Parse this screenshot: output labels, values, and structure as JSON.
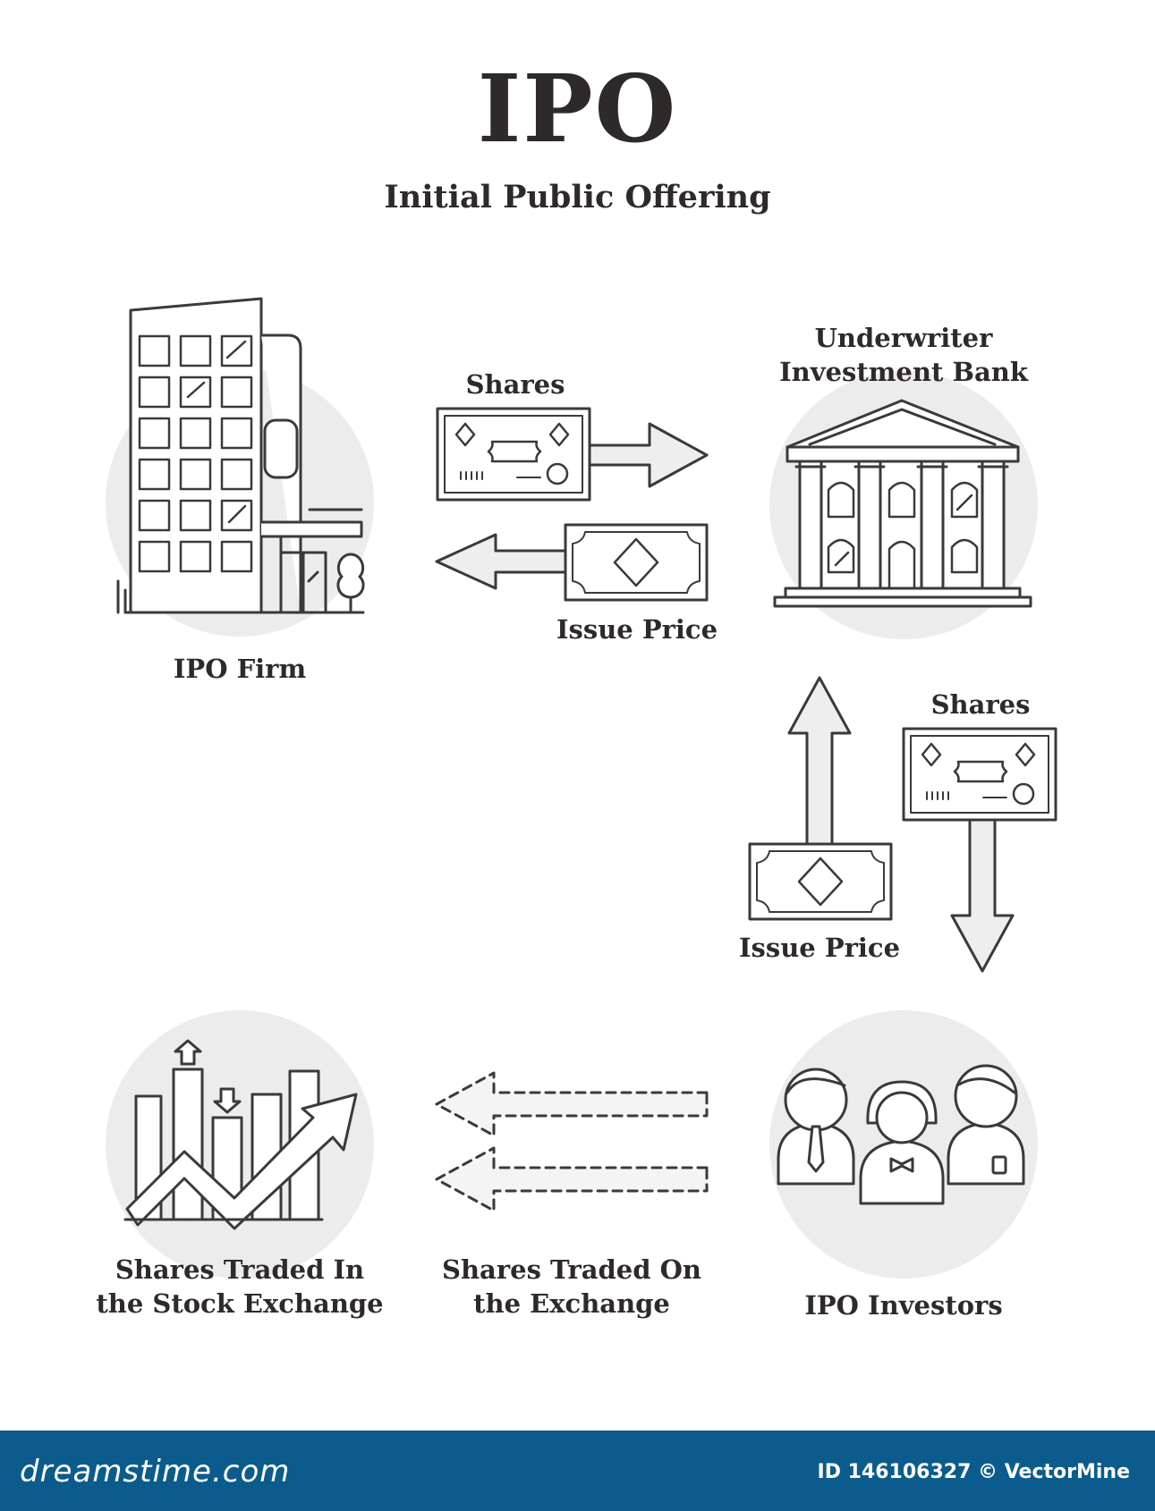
{
  "header": {
    "title": "IPO",
    "subtitle": "Initial Public Offering"
  },
  "nodes": {
    "ipo_firm": "IPO Firm",
    "underwriter_line1": "Underwriter",
    "underwriter_line2": "Investment Bank",
    "stock_exchange_line1": "Shares Traded In",
    "stock_exchange_line2": "the Stock Exchange",
    "ipo_investors": "IPO Investors"
  },
  "flows": {
    "firm_to_bank": "Shares",
    "bank_to_firm": "Issue Price",
    "bank_to_investors": "Shares",
    "investors_to_bank": "Issue Price",
    "investors_to_exchange_line1": "Shares Traded On",
    "investors_to_exchange_line2": "the Exchange"
  },
  "footer": {
    "logo": "dreamstime.com",
    "credit": "ID 146106327 © VectorMine"
  },
  "colors": {
    "stroke": "#3a3a3a",
    "circle_fill": "#ececec",
    "arrow_fill": "#eeeeee",
    "footer_bg": "#0b5c8c"
  }
}
